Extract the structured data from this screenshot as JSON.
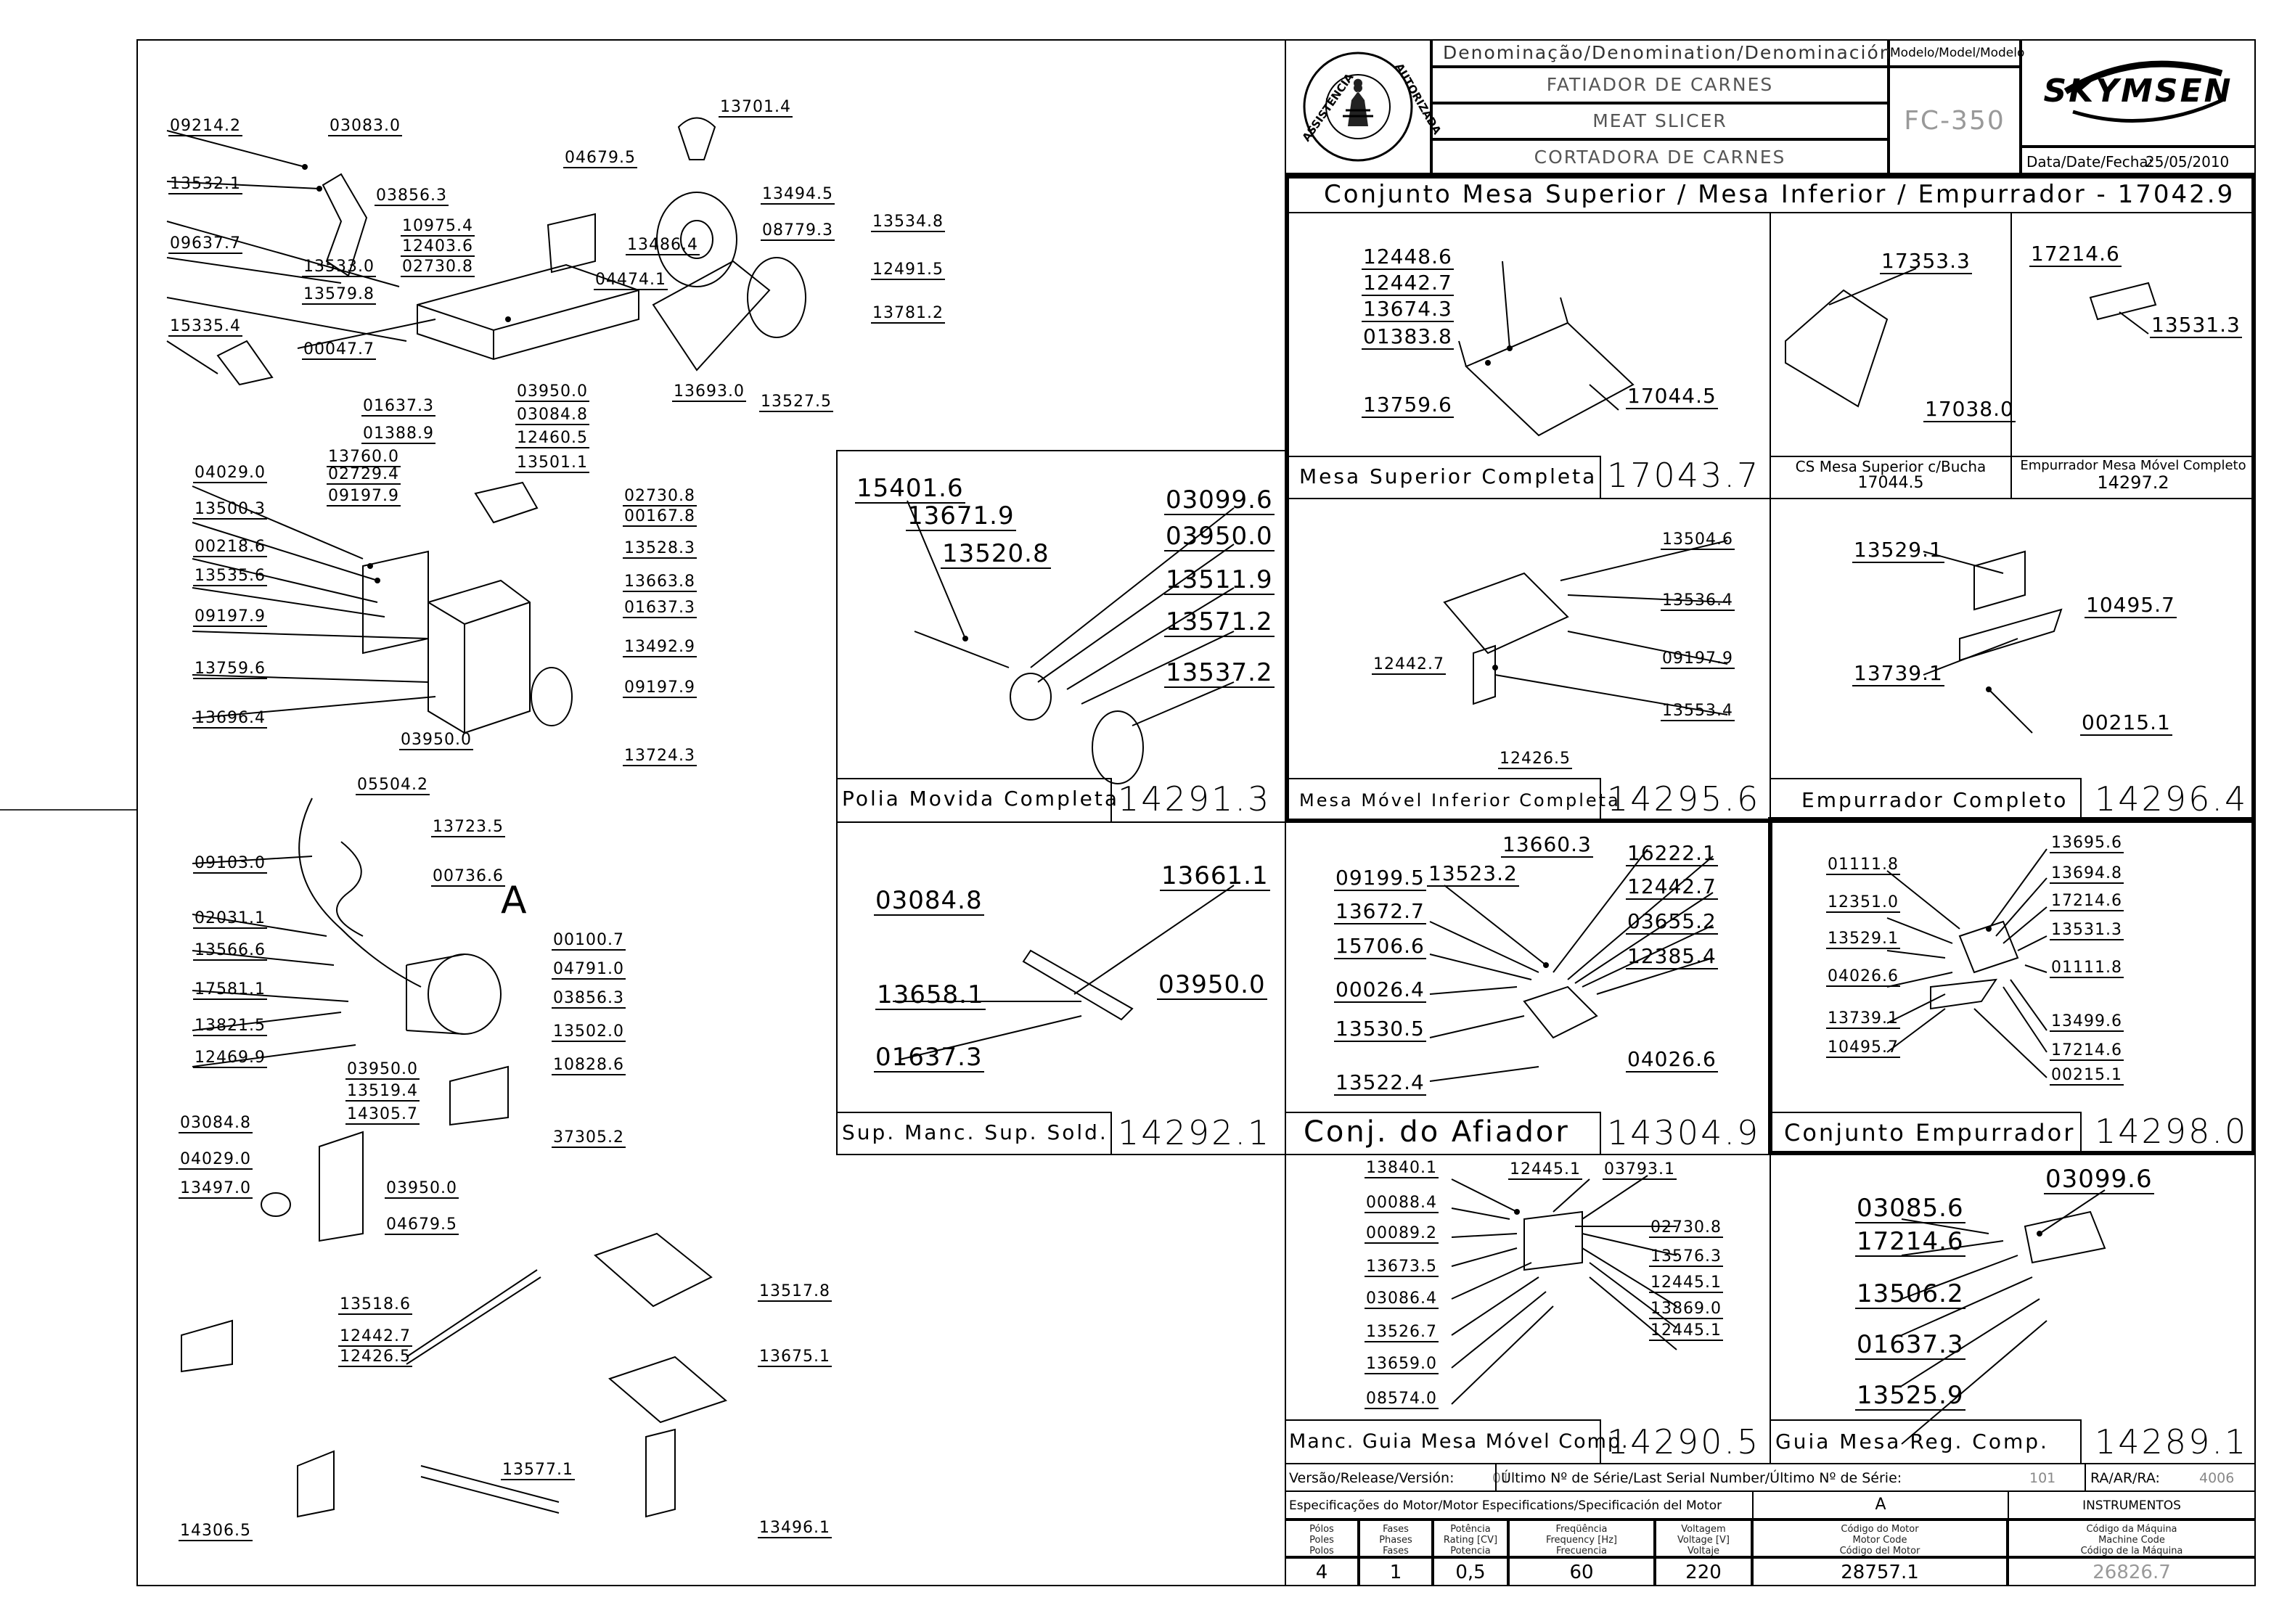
{
  "header": {
    "denomination_label": "Denominação/Denomination/Denominación",
    "model_label": "Modelo/Model/Modelo",
    "name_pt": "FATIADOR DE CARNES",
    "name_en": "MEAT SLICER",
    "name_es": "CORTADORA DE CARNES",
    "model": "FC-350",
    "brand": "SKYMSEN",
    "date_label": "Data/Date/Fecha:",
    "date": "25/05/2010",
    "seal_text": "ASSISTÊNCIA TÉCNICA AUTORIZADA"
  },
  "assembly_title": "Conjunto Mesa Superior / Mesa Inferior / Empurrador - 17042.9",
  "panels": {
    "mesa_superior": {
      "caption": "Mesa Superior Completa",
      "code": "17043.7",
      "parts": [
        "12448.6",
        "12442.7",
        "13674.3",
        "01383.8",
        "13759.6",
        "17044.5"
      ]
    },
    "cs_mesa": {
      "caption": "CS Mesa Superior c/Bucha",
      "code": "17044.5",
      "parts": [
        "17353.3",
        "17038.0"
      ]
    },
    "empurrador_movel": {
      "caption": "Empurrador Mesa Móvel Completo",
      "code": "14297.2",
      "parts": [
        "17214.6",
        "13531.3"
      ]
    },
    "mesa_movel": {
      "caption": "Mesa Móvel Inferior Completa",
      "code": "14295.6",
      "parts": [
        "13504.6",
        "13536.4",
        "09197.9",
        "12442.7",
        "13553.4",
        "12426.5"
      ]
    },
    "empurrador": {
      "caption": "Empurrador Completo",
      "code": "14296.4",
      "parts": [
        "13529.1",
        "10495.7",
        "13739.1",
        "00215.1"
      ]
    },
    "polia": {
      "caption": "Polia Movida Completa",
      "code": "14291.3",
      "parts": [
        "15401.6",
        "13671.9",
        "13520.8",
        "03099.6",
        "03950.0",
        "13511.9",
        "13571.2",
        "13537.2"
      ]
    },
    "sup_manc": {
      "caption": "Sup. Manc. Sup. Sold.",
      "code": "14292.1",
      "parts": [
        "03084.8",
        "13661.1",
        "13658.1",
        "03950.0",
        "01637.3"
      ]
    },
    "afiador": {
      "caption": "Conj. do Afiador",
      "code": "14304.9",
      "parts": [
        "13660.3",
        "16222.1",
        "09199.5",
        "13523.2",
        "12442.7",
        "13672.7",
        "03655.2",
        "15706.6",
        "12385.4",
        "00026.4",
        "13530.5",
        "04026.6",
        "13522.4"
      ]
    },
    "conj_empurrador": {
      "caption": "Conjunto Empurrador",
      "code": "14298.0",
      "parts": [
        "13695.6",
        "01111.8",
        "13694.8",
        "12351.0",
        "17214.6",
        "13529.1",
        "13531.3",
        "01111.8",
        "04026.6",
        "13739.1",
        "13499.6",
        "10495.7",
        "17214.6",
        "00215.1"
      ]
    },
    "manc_guia": {
      "caption": "Manc. Guia Mesa Móvel Comp.",
      "code": "14290.5",
      "parts": [
        "13840.1",
        "12445.1",
        "03793.1",
        "00088.4",
        "02730.8",
        "00089.2",
        "13576.3",
        "13673.5",
        "12445.1",
        "03086.4",
        "13869.0",
        "13526.7",
        "12445.1",
        "13659.0",
        "08574.0"
      ]
    },
    "guia_mesa": {
      "caption": "Guia Mesa Reg. Comp.",
      "code": "14289.1",
      "parts": [
        "03099.6",
        "03085.6",
        "17214.6",
        "13506.2",
        "01637.3",
        "13525.9"
      ]
    }
  },
  "exploded_labels": [
    "13701.4",
    "09214.2",
    "03083.0",
    "04679.5",
    "13494.5",
    "13532.1",
    "03856.3",
    "08779.3",
    "13534.8",
    "09637.7",
    "10975.4",
    "13486.4",
    "12403.6",
    "02730.8",
    "04474.1",
    "12491.5",
    "13533.0",
    "13579.8",
    "13781.2",
    "15335.4",
    "00047.7",
    "13693.0",
    "13527.5",
    "01637.3",
    "03950.0",
    "03084.8",
    "01388.9",
    "12460.5",
    "13501.1",
    "13760.0",
    "04029.0",
    "02729.4",
    "09197.9",
    "02730.8",
    "00167.8",
    "13500.3",
    "13528.3",
    "00218.6",
    "13535.6",
    "13663.8",
    "09197.9",
    "01637.3",
    "13492.9",
    "13759.6",
    "09197.9",
    "13696.4",
    "03950.0",
    "13724.3",
    "05504.2",
    "13723.5",
    "09103.0",
    "00736.6",
    "A",
    "02031.1",
    "00100.7",
    "13566.6",
    "04791.0",
    "17581.1",
    "03856.3",
    "13821.5",
    "13502.0",
    "12469.9",
    "10828.6",
    "03950.0",
    "13519.4",
    "14305.7",
    "03084.8",
    "37305.2",
    "04029.0",
    "03950.0",
    "13497.0",
    "04679.5",
    "13518.6",
    "13517.8",
    "12442.7",
    "12426.5",
    "13675.1",
    "13577.1",
    "14306.5",
    "13496.1"
  ],
  "footer": {
    "version_label": "Versão/Release/Versión:",
    "version": "01",
    "serial_label": "Último Nº de Série/Last Serial Number/Último Nº de Série:",
    "serial": "101",
    "ra_label": "RA/AR/RA:",
    "ra": "4006",
    "motor_spec_label": "Especificações do Motor/Motor Especifications/Specificación del Motor",
    "col_a": "A",
    "instruments": "INSTRUMENTOS",
    "heads": [
      "Pólos\nPoles\nPolos",
      "Fases\nPhases\nFases",
      "Potência\nRating [CV]\nPotencia",
      "Freqüência\nFrequency [Hz]\nFrecuencia",
      "Voltagem\nVoltage [V]\nVoltaje",
      "Código do Motor\nMotor Code\nCódigo del Motor",
      "Código da Máquina\nMachine Code\nCódigo de la Máquina"
    ],
    "values": [
      "4",
      "1",
      "0,5",
      "60",
      "220",
      "28757.1",
      "26826.7"
    ]
  }
}
